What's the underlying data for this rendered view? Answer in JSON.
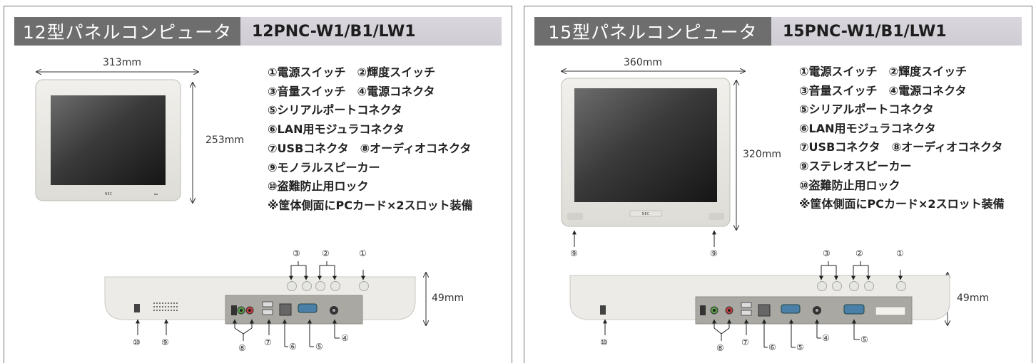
{
  "panels": [
    {
      "title": "12型パネルコンピュータ",
      "model": "12PNC-W1/B1/LW1",
      "width_label": "313mm",
      "height_label": "253mm",
      "depth_label": "49mm",
      "features": [
        "①電源スイッチ　②輝度スイッチ",
        "③音量スイッチ　④電源コネクタ",
        "⑤シリアルポートコネクタ",
        "⑥LAN用モジュラコネクタ",
        "⑦USBコネクタ　⑧オーディオコネクタ",
        "⑨モノラルスピーカー",
        "⑩盗難防止用ロック",
        "※筐体側面にPCカード×2スロット装備"
      ],
      "callouts": {
        "c1": "①",
        "c2": "②",
        "c3": "③",
        "c4": "④",
        "c5": "⑤",
        "c6": "⑥",
        "c7": "⑦",
        "c8": "⑧",
        "c9": "⑨",
        "c10": "⑩"
      },
      "logo": "NEC"
    },
    {
      "title": "15型パネルコンピュータ",
      "model": "15PNC-W1/B1/LW1",
      "width_label": "360mm",
      "height_label": "320mm",
      "depth_label": "49mm",
      "features": [
        "①電源スイッチ　②輝度スイッチ",
        "③音量スイッチ　④電源コネクタ",
        "⑤シリアルポートコネクタ",
        "⑥LAN用モジュラコネクタ",
        "⑦USBコネクタ　⑧オーディオコネクタ",
        "⑨ステレオスピーカー",
        "⑩盗難防止用ロック",
        "※筐体側面にPCカード×2スロット装備"
      ],
      "callouts": {
        "c1": "①",
        "c2": "②",
        "c3": "③",
        "c4": "④",
        "c5": "⑤",
        "c6": "⑥",
        "c7": "⑦",
        "c8": "⑧",
        "c9": "⑨",
        "c10": "⑩"
      },
      "logo": "NEC"
    }
  ]
}
